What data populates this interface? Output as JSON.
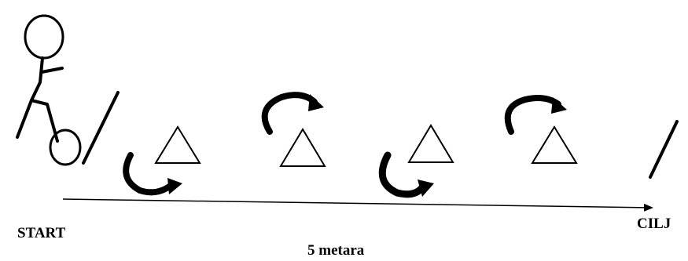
{
  "labels": {
    "start": "START",
    "finish": "CILJ",
    "distance": "5 metara"
  },
  "course": {
    "cone_count": 4,
    "turn_directions": [
      "below",
      "above",
      "below",
      "above"
    ]
  },
  "colors": {
    "ink": "#000000",
    "background": "#ffffff"
  },
  "icons": [
    "person-pushing-wheel-icon",
    "start-line-icon",
    "finish-line-icon",
    "cone-triangle-icon",
    "turn-arrow-icon",
    "distance-arrow-icon"
  ]
}
